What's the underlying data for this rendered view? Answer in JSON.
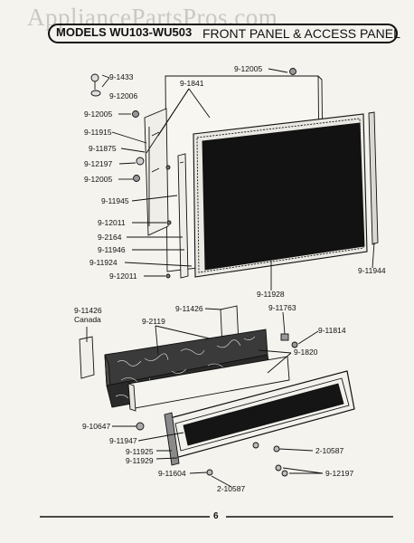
{
  "watermark": "AppliancePartsPros.com",
  "header": {
    "models": "MODELS WU103-WU503",
    "title": "FRONT PANEL & ACCESS PANEL"
  },
  "labels": {
    "p9_1433": "9-1433",
    "p9_12006": "9-12006",
    "p9_1841": "9-1841",
    "p9_12005_top": "9-12005",
    "p9_12005_left": "9-12005",
    "p9_11915": "9-11915",
    "p9_11875": "9-11875",
    "p9_12197_left": "9-12197",
    "p9_12005_lower": "9-12005",
    "p9_11945": "9-11945",
    "p9_12011_a": "9-12011",
    "p9_2164": "9-2164",
    "p9_11946": "9-11946",
    "p9_11924": "9-11924",
    "p9_12011_b": "9-12011",
    "p9_11928": "9-11928",
    "p9_11944": "9-11944",
    "p9_11426_canada": "9-11426",
    "canada": "Canada",
    "p9_2119": "9-2119",
    "p9_11426": "9-11426",
    "p9_11763": "9-11763",
    "p9_11814": "9-11814",
    "p9_1820": "9-1820",
    "p9_10647": "9-10647",
    "p9_11947": "9-11947",
    "p9_11925": "9-11925",
    "p9_11929": "9-11929",
    "p2_10587_right": "2-10587",
    "p9_11604": "9-11604",
    "p2_10587_bottom": "2-10587",
    "p9_12197_right": "9-12197"
  },
  "page_number": "6"
}
